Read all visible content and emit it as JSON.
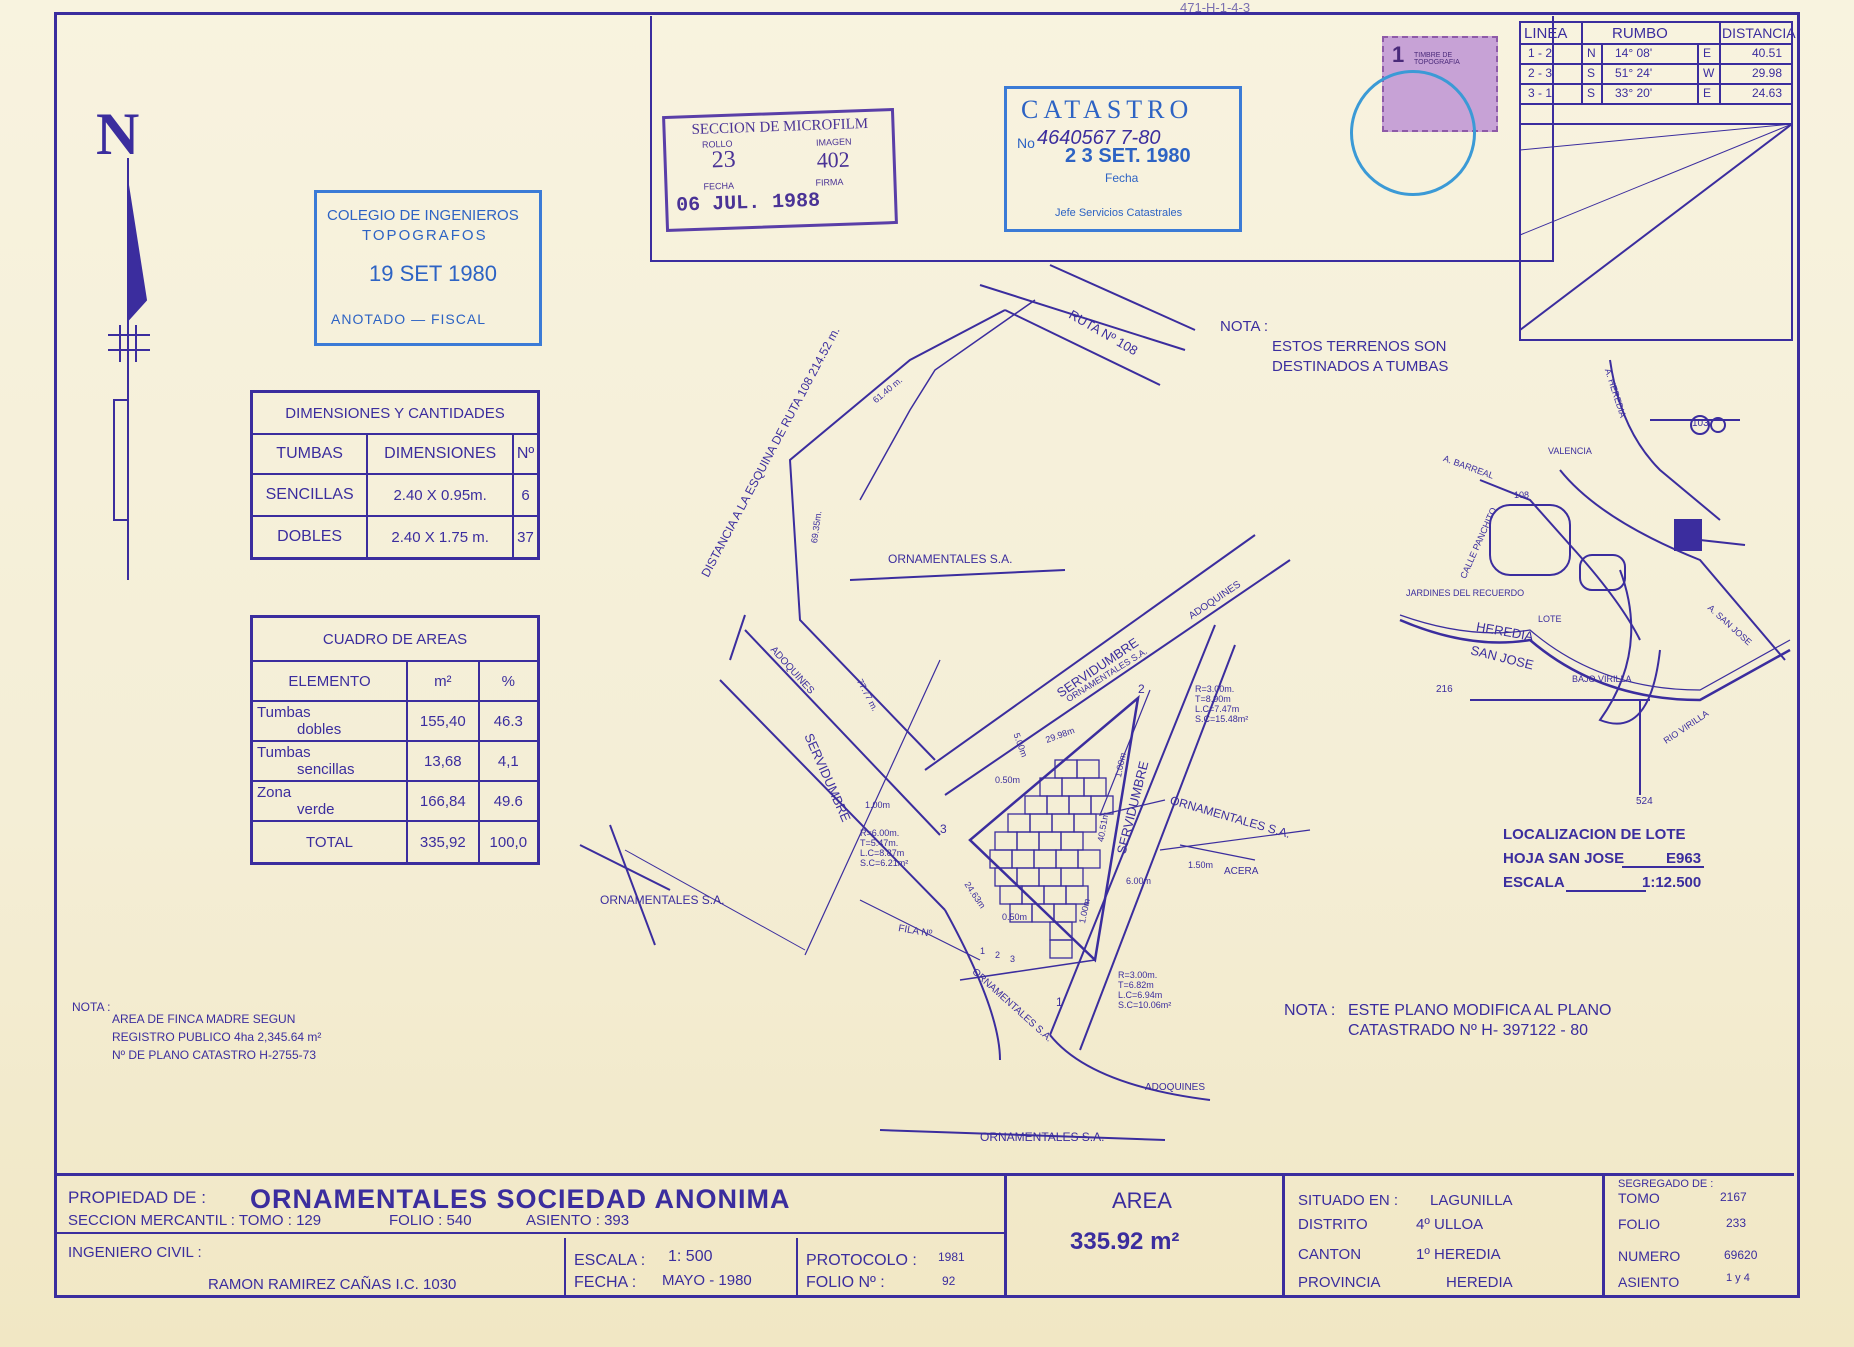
{
  "top_ref": "471-H-1-4-3",
  "north_label": "N",
  "stamp_colegio": {
    "line1": "COLEGIO DE INGENIEROS",
    "line2": "TOPOGRAFOS",
    "date": "19 SET 1980",
    "footer": "ANOTADO — FISCAL"
  },
  "stamp_microfilm": {
    "title": "SECCION DE MICROFILM",
    "rollo_label": "ROLLO",
    "rollo": "23",
    "imagen_label": "IMAGEN",
    "imagen": "402",
    "fecha_label": "FECHA",
    "fecha": "06 JUL. 1988",
    "firma_label": "FIRMA"
  },
  "stamp_catastro": {
    "title": "CATASTRO",
    "no_label": "No",
    "number": "4640567 7-80",
    "date": "2 3 SET. 1980",
    "fecha_label": "Fecha",
    "footer": "Jefe Servicios Catastrales"
  },
  "fiscal_stamp": {
    "value": "1",
    "label": "TIMBRE DE TOPOGRAFIA"
  },
  "rumbo_table": {
    "headers": [
      "LINEA",
      "RUMBO",
      "DISTANCIA"
    ],
    "rows": [
      {
        "linea": "1 - 2",
        "ns": "N",
        "angle": "14° 08'",
        "ew": "E",
        "dist": "40.51"
      },
      {
        "linea": "2 - 3",
        "ns": "S",
        "angle": "51° 24'",
        "ew": "W",
        "dist": "29.98"
      },
      {
        "linea": "3 - 1",
        "ns": "S",
        "angle": "33° 20'",
        "ew": "E",
        "dist": "24.63"
      }
    ]
  },
  "dimensiones": {
    "title": "DIMENSIONES Y CANTIDADES",
    "headers": [
      "TUMBAS",
      "DIMENSIONES",
      "Nº"
    ],
    "rows": [
      {
        "tipo": "SENCILLAS",
        "dim": "2.40 X 0.95m.",
        "n": "6"
      },
      {
        "tipo": "DOBLES",
        "dim": "2.40 X 1.75 m.",
        "n": "37"
      }
    ]
  },
  "areas": {
    "title": "CUADRO DE AREAS",
    "headers": [
      "ELEMENTO",
      "m²",
      "%"
    ],
    "rows": [
      {
        "el1": "Tumbas",
        "el2": "dobles",
        "m2": "155,40",
        "pct": "46.3"
      },
      {
        "el1": "Tumbas",
        "el2": "sencillas",
        "m2": "13,68",
        "pct": "4,1"
      },
      {
        "el1": "Zona",
        "el2": "verde",
        "m2": "166,84",
        "pct": "49.6"
      }
    ],
    "total_label": "TOTAL",
    "total_m2": "335,92",
    "total_pct": "100,0"
  },
  "nota_top": {
    "label": "NOTA :",
    "line1": "ESTOS TERRENOS SON",
    "line2": "DESTINADOS A TUMBAS"
  },
  "nota_bottom_left": {
    "label": "NOTA :",
    "line1": "AREA DE FINCA MADRE SEGUN",
    "line2": "REGISTRO PUBLICO 4ha 2,345.64 m²",
    "line3": "Nº DE PLANO CATASTRO H-2755-73"
  },
  "nota_right": {
    "label": "NOTA :",
    "line1": "ESTE PLANO MODIFICA AL PLANO",
    "line2": "CATASTRADO Nº H- 397122 - 80"
  },
  "plan_labels": {
    "ruta": "RUTA Nº 108",
    "distancia": "DISTANCIA A LA ESQUINA DE RUTA 108 214.52 m.",
    "orn1": "ORNAMENTALES S.A.",
    "orn2": "ORNAMENTALES S.A.",
    "orn3": "ORNAMENTALES S.A.",
    "orn4": "ORNAMENTALES S.A.",
    "orn5": "ORNAMENTALES S.A.",
    "orn6": "ORNAMENTALES S.A.",
    "servidumbre1": "SERVIDUMBRE",
    "servidumbre2": "SERVIDUMBRE",
    "servidumbre3": "SERVIDUMBRE",
    "adoquines1": "ADOQUINES",
    "adoquines2": "ADOQUINES",
    "adoquines3": "ADOQUINES",
    "acera": "ACERA",
    "fila": "FILA Nº",
    "curve1": "R=3.00m. T=8.90m L.C=7.47m S.C=15.48m²",
    "curve2": "R=6.00m. T=5.47m. L.C=8.87m S.C=6.21m²",
    "curve3": "R=3.00m. T=6.82m L.C=6.94m S.C=10.06m²",
    "d1": "61.40 m.",
    "d2": "69.35m.",
    "d3": "77.77 m.",
    "d4": "29.98m",
    "d5": "40.51m",
    "d6": "24.63m",
    "d7": "1.50m",
    "d8": "6.00m",
    "d9": "5.00m",
    "d10": "1.00m",
    "d11": "0.50m",
    "d12": "1.00m",
    "d13": "1.00m",
    "d14": "0.50m",
    "p1": "1",
    "p2": "2",
    "p3": "3",
    "n1": "1",
    "n2": "2",
    "n3": "3"
  },
  "location_map": {
    "heredia_road": "A. HEREDIA",
    "barreal": "A. BARREAL",
    "valencia": "VALENCIA",
    "calle": "CALLE PANCHITO",
    "jardines": "JARDINES DEL RECUERDO",
    "lote": "LOTE",
    "heredia": "HEREDIA",
    "sanjose": "SAN JOSE",
    "bajo": "BAJO VIRILLA",
    "rio": "RIO VIRILLA",
    "a_sanjose": "A. SAN JOSE",
    "route103": "103",
    "route108": "108",
    "coord_16": "216",
    "coord_24": "524"
  },
  "localizacion": {
    "title": "LOCALIZACION DE LOTE",
    "hoja_label": "HOJA SAN JOSE",
    "hoja": "E963",
    "escala_label": "ESCALA",
    "escala": "1:12.500"
  },
  "footer": {
    "propiedad_label": "PROPIEDAD DE :",
    "propiedad": "ORNAMENTALES SOCIEDAD ANONIMA",
    "seccion": "SECCION MERCANTIL : TOMO : 129",
    "folio": "FOLIO : 540",
    "asiento": "ASIENTO : 393",
    "ingeniero_label": "INGENIERO CIVIL :",
    "ingeniero": "RAMON RAMIREZ CAÑAS I.C. 1030",
    "escala_label": "ESCALA :",
    "escala": "1: 500",
    "fecha_label": "FECHA :",
    "fecha": "MAYO - 1980",
    "protocolo_label": "PROTOCOLO :",
    "protocolo": "1981",
    "folio_no_label": "FOLIO Nº :",
    "folio_no": "92",
    "area_label": "AREA",
    "area_value": "335.92 m²",
    "situado_label": "SITUADO EN :",
    "situado": "LAGUNILLA",
    "distrito_label": "DISTRITO",
    "distrito": "4º ULLOA",
    "canton_label": "CANTON",
    "canton": "1º HEREDIA",
    "provincia_label": "PROVINCIA",
    "provincia": "HEREDIA",
    "segregado_label": "SEGREGADO DE :",
    "tomo_label": "TOMO",
    "tomo": "2167",
    "folio_r_label": "FOLIO",
    "folio_r": "233",
    "numero_label": "NUMERO",
    "numero": "69620",
    "asiento_r_label": "ASIENTO",
    "asiento_r": "1 y 4"
  }
}
